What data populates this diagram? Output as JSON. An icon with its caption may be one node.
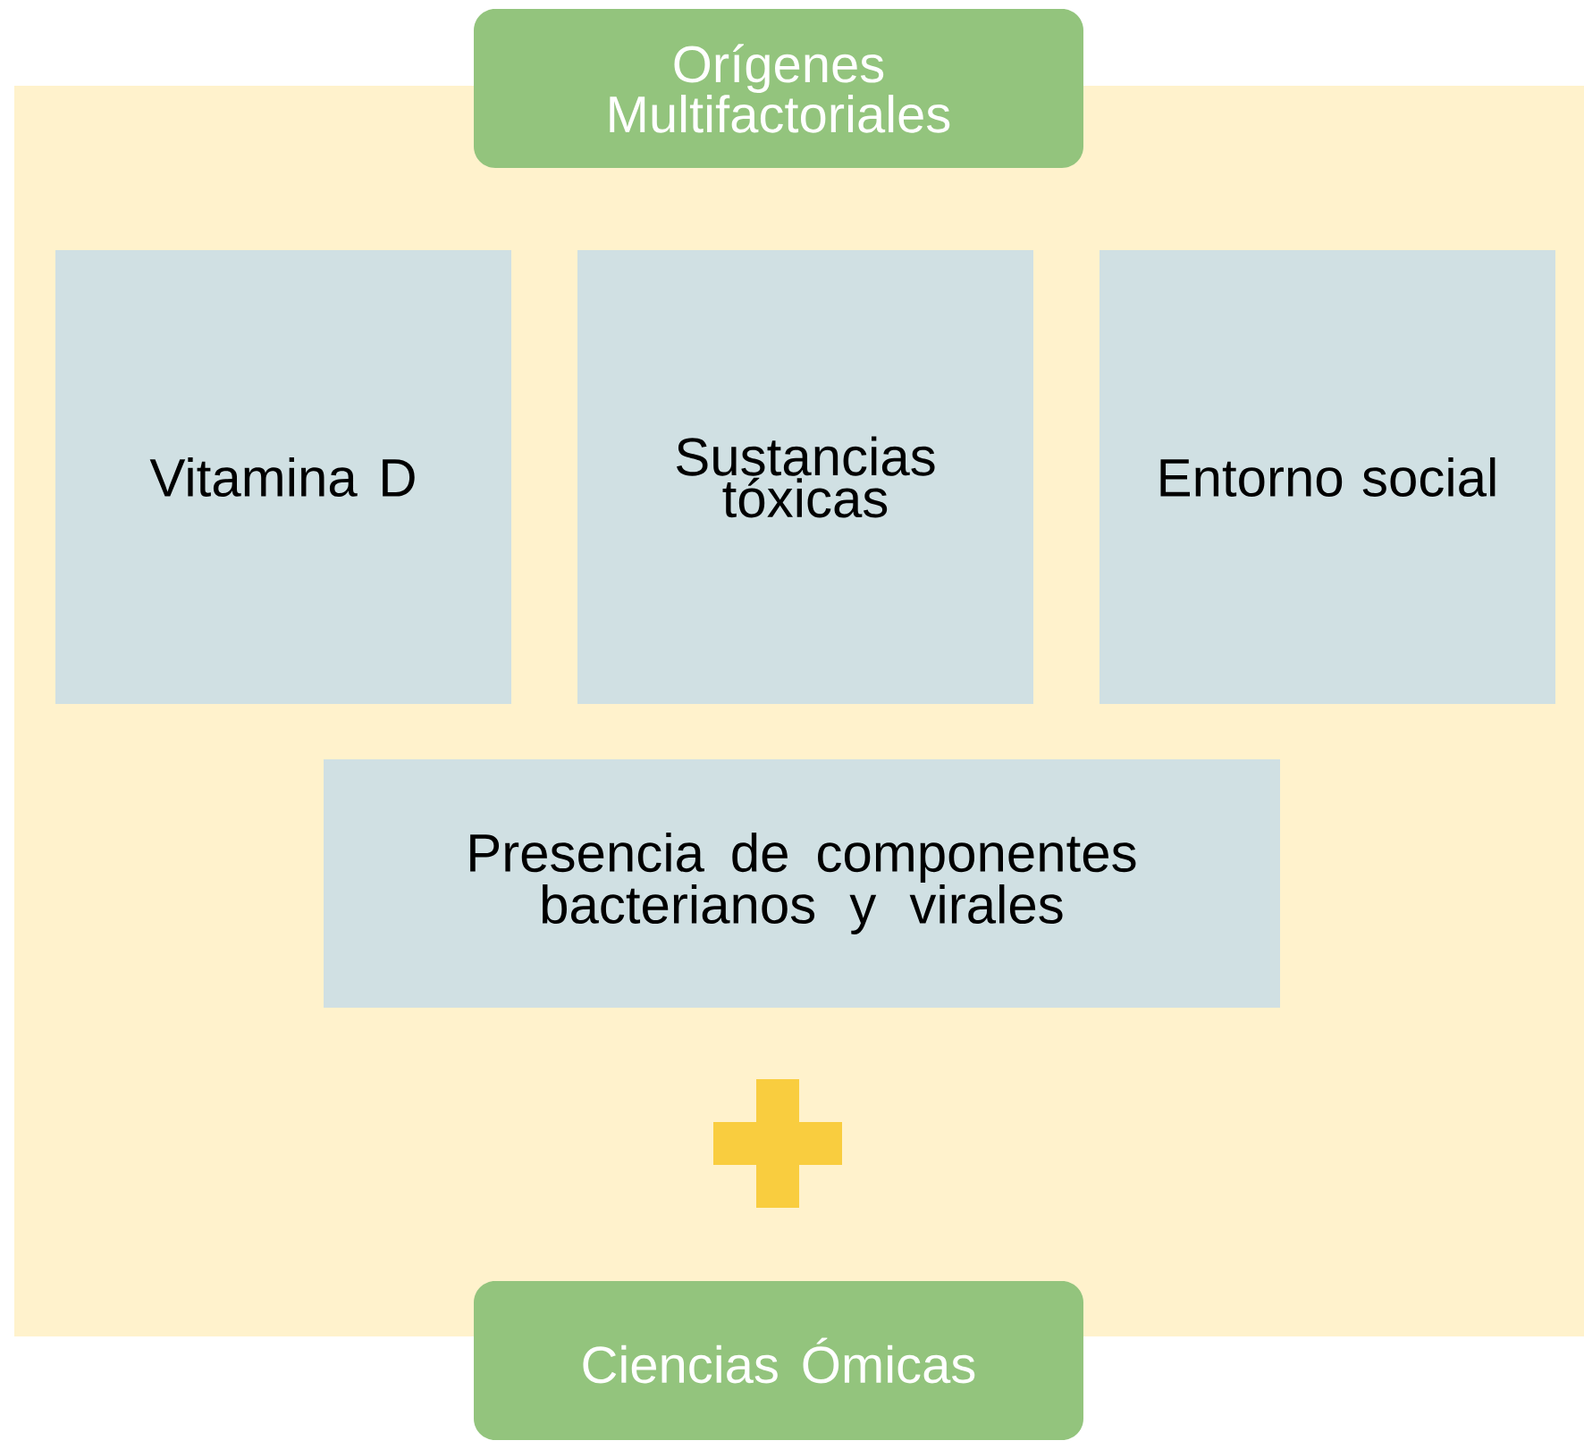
{
  "diagram": {
    "nodes": [
      {
        "text": [
          "Orígenes Multifactoriales"
        ]
      },
      {
        "text": [],
        "shape": "box"
      },
      {
        "text": [
          "Vitamina D"
        ],
        "in": 1
      },
      {
        "text": [
          "Sustancias tóxicas"
        ],
        "in": 1
      },
      {
        "text": [
          "Entorno social"
        ],
        "in": 1
      },
      {
        "text": [
          "Presencia de componentes bacterianos y virales"
        ],
        "in": 1
      },
      {
        "text": [
          "Ciencias Ómicas"
        ]
      }
    ],
    "edges": []
  }
}
